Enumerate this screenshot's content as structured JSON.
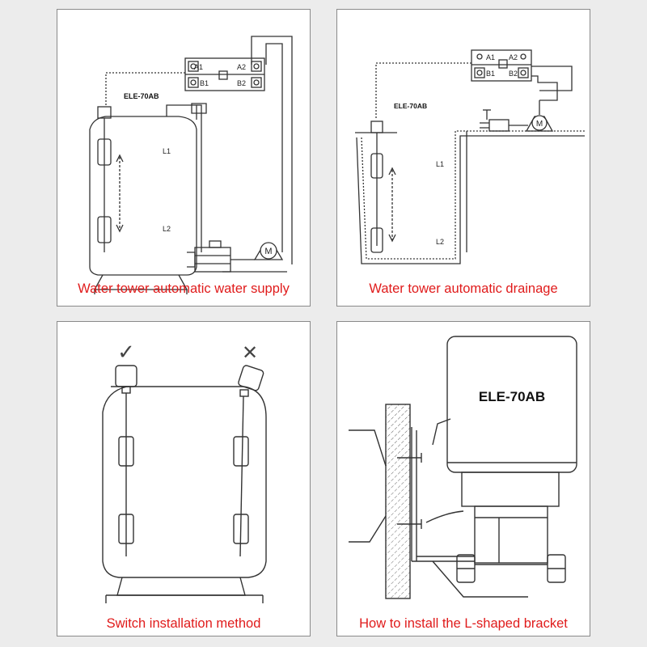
{
  "panels": [
    {
      "caption": "Water tower automatic water supply",
      "model": "ELE-70AB",
      "terminals": [
        "A1",
        "A2",
        "B1",
        "B2"
      ],
      "levels": [
        "L1",
        "L2"
      ],
      "motor": "M"
    },
    {
      "caption": "Water tower automatic drainage",
      "model": "ELE-70AB",
      "terminals": [
        "A1",
        "A2",
        "B1",
        "B2"
      ],
      "levels": [
        "L1",
        "L2"
      ],
      "motor": "M"
    },
    {
      "caption": "Switch installation method",
      "correct_mark": "✓",
      "wrong_mark": "✕"
    },
    {
      "caption": "How to install the L-shaped bracket",
      "model": "ELE-70AB"
    }
  ],
  "colors": {
    "caption": "#e01b1b",
    "line": "#333333",
    "background": "#ececec"
  }
}
